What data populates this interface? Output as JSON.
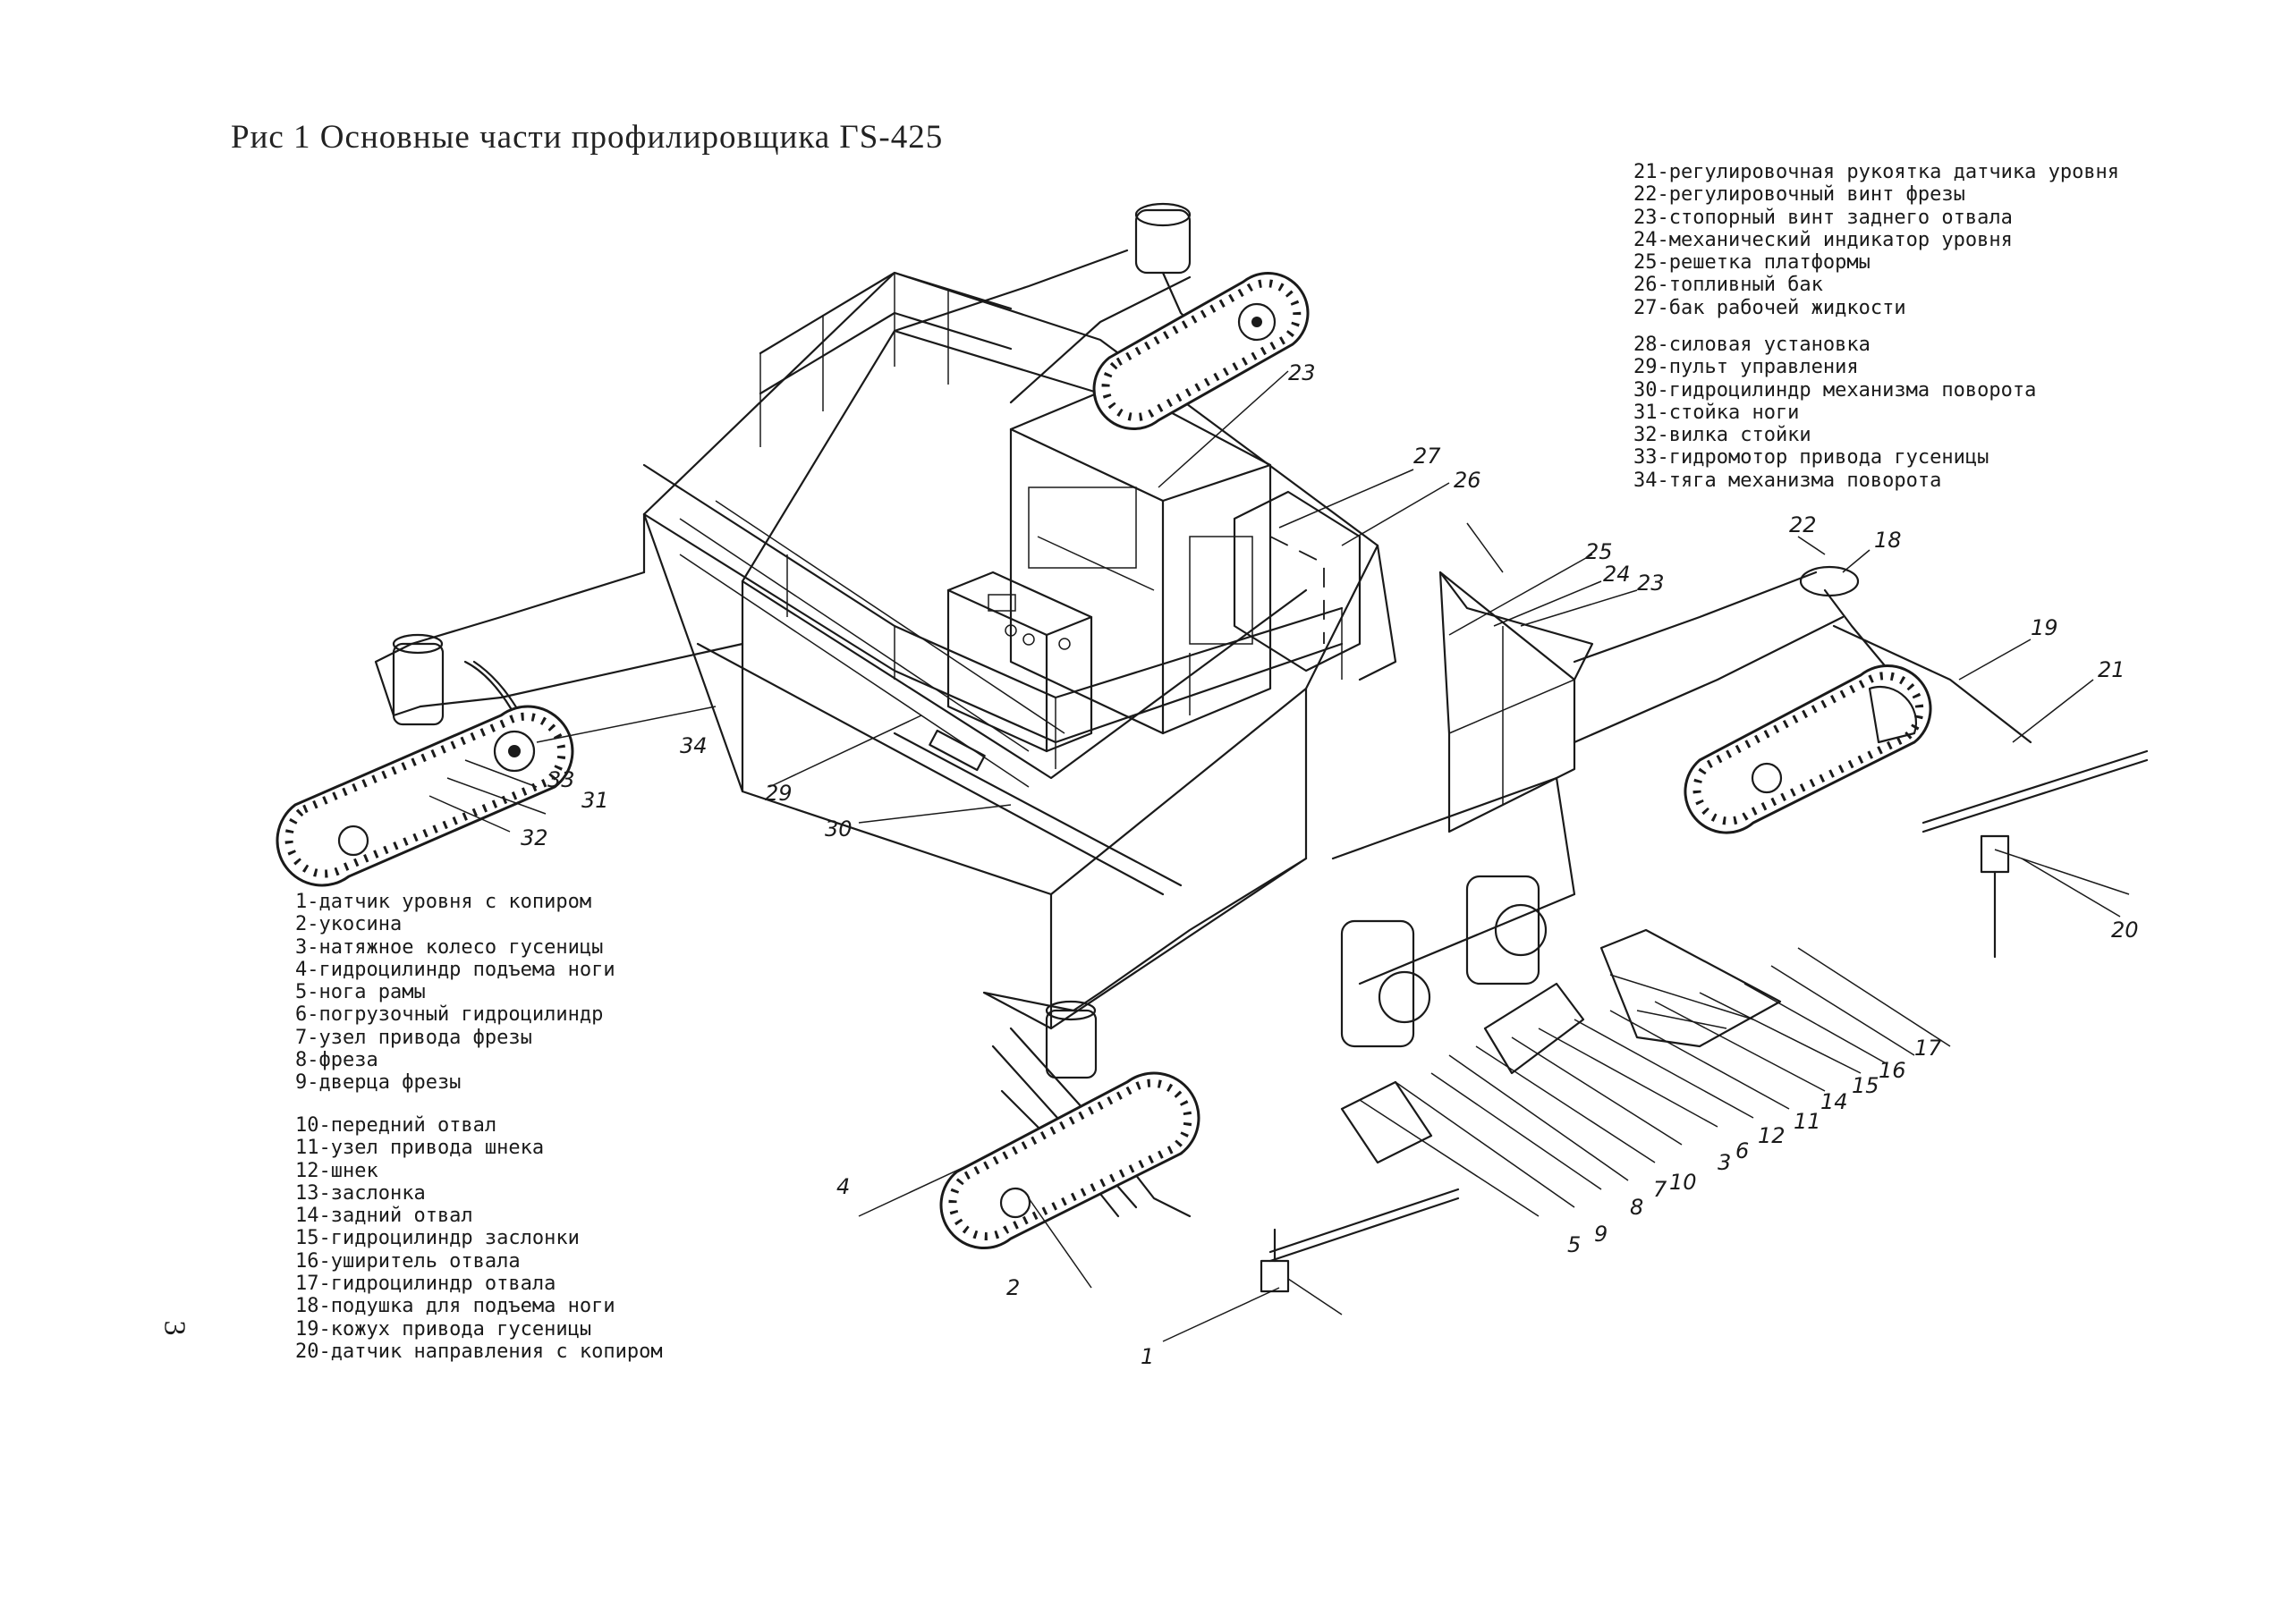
{
  "caption": "Рис 1 Основные части профилировщика ГS-425",
  "page_number": "3",
  "legend_right_a": [
    "21-регулировочная рукоятка датчика уровня",
    "22-регулировочный винт фрезы",
    "23-стопорный винт заднего отвала",
    "24-механический индикатор уровня",
    "25-решетка платформы",
    "26-топливный бак",
    "27-бак рабочей жидкости"
  ],
  "legend_right_b": [
    "28-силовая установка",
    "29-пульт управления",
    "30-гидроцилиндр механизма поворота",
    "31-стойка ноги",
    "32-вилка стойки",
    "33-гидромотор привода гусеницы",
    "34-тяга механизма поворота"
  ],
  "legend_left_a": [
    "1-датчик уровня с копиром",
    "2-укосина",
    "3-натяжное колесо гусеницы",
    "4-гидроцилиндр подъема ноги",
    "5-нога рамы",
    "6-погрузочный гидроцилиндр",
    "7-узел привода фрезы",
    "8-фреза",
    "9-дверца фрезы"
  ],
  "legend_left_b": [
    "10-передний отвал",
    "11-узел привода шнека",
    "12-шнек",
    "13-заслонка",
    "14-задний отвал",
    "15-гидроцилиндр заслонки",
    "16-уширитель отвала",
    "17-гидроцилиндр отвала",
    "18-подушка для подъема ноги",
    "19-кожух привода гусеницы",
    "20-датчик направления с копиром"
  ],
  "callouts": {
    "n1": "1",
    "n2": "2",
    "n3": "3",
    "n4": "4",
    "n5": "5",
    "n6": "6",
    "n7": "7",
    "n8": "8",
    "n9": "9",
    "n10": "10",
    "n11": "11",
    "n12": "12",
    "n14": "14",
    "n15": "15",
    "n16": "16",
    "n17": "17",
    "n18": "18",
    "n19": "19",
    "n20": "20",
    "n21": "21",
    "n22": "22",
    "n23": "23",
    "n23b": "23",
    "n24": "24",
    "n25": "25",
    "n26": "26",
    "n27": "27",
    "n29": "29",
    "n30": "30",
    "n31": "31",
    "n32": "32",
    "n33": "33",
    "n34": "34"
  }
}
